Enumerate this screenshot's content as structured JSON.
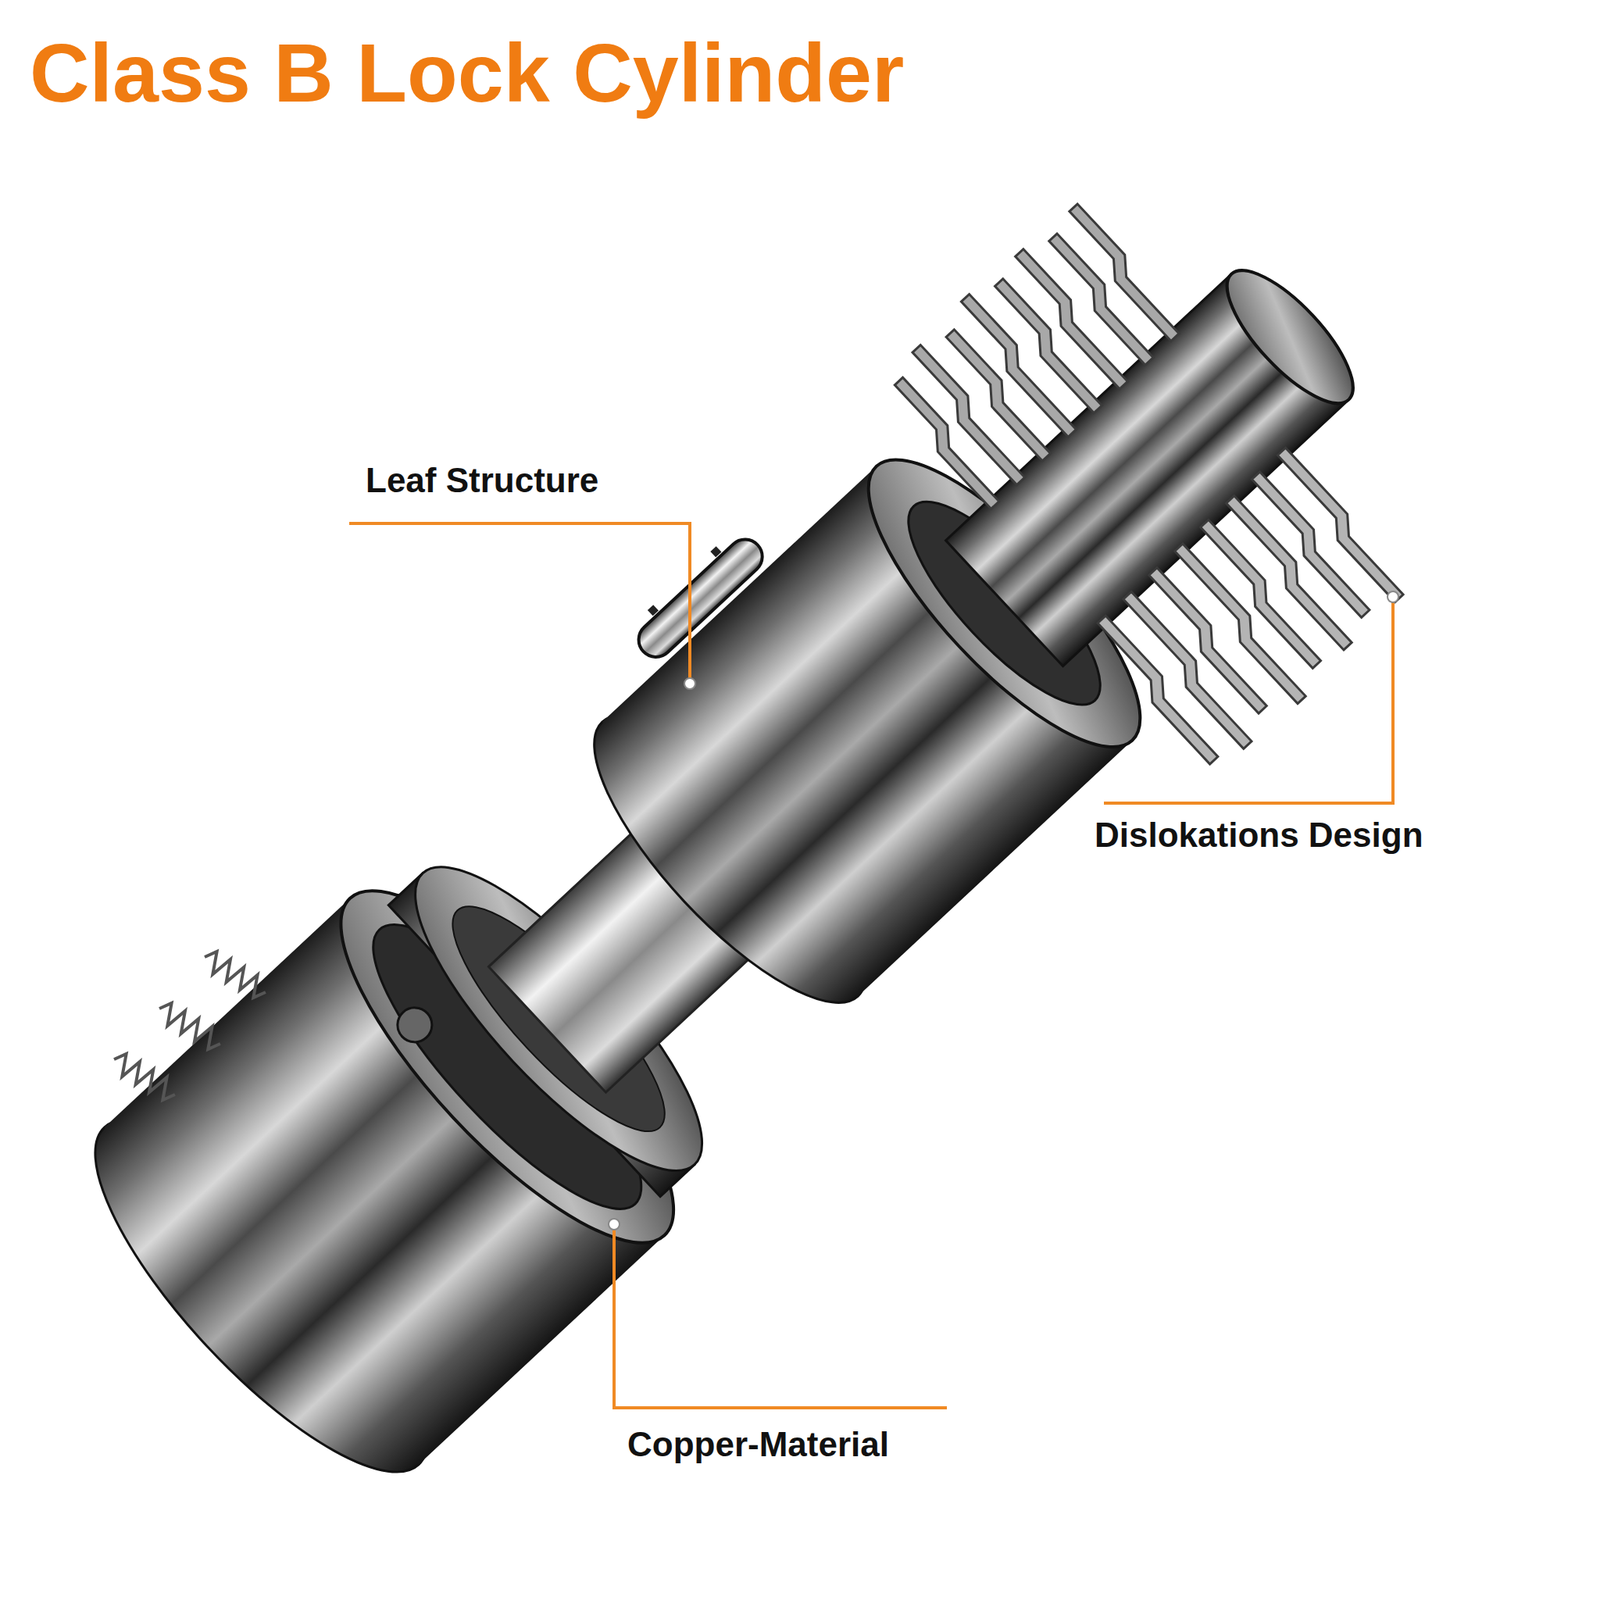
{
  "diagram": {
    "title": "Class B Lock Cylinder",
    "labels": [
      "Leaf Structure",
      "Dislokations Design",
      "Copper-Material"
    ]
  }
}
